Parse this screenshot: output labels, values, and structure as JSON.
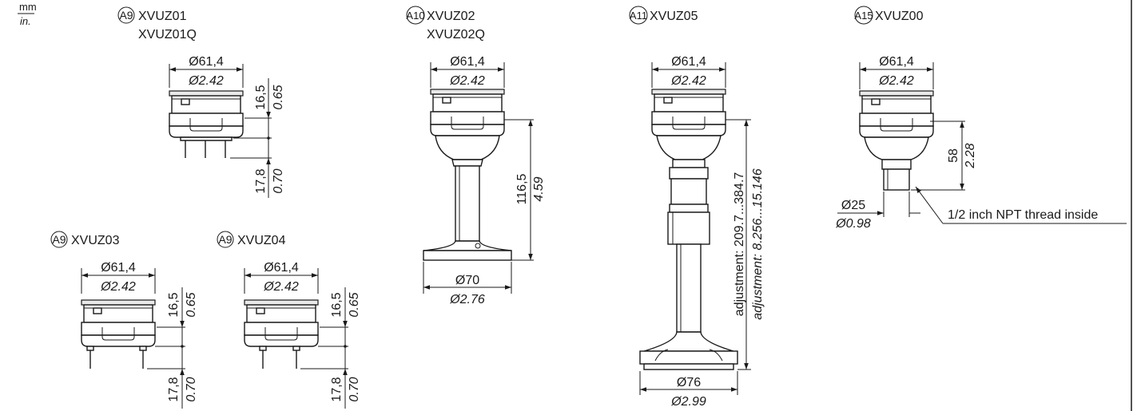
{
  "units": {
    "mm": "mm",
    "in": "in."
  },
  "views": {
    "a9_top": {
      "badge": "A9",
      "models": [
        "XVUZ01",
        "XVUZ01Q"
      ],
      "dia_mm": "Ø61,4",
      "dia_in": "Ø2.42",
      "h1_mm": "16,5",
      "h1_in": "0.65",
      "h2_mm": "17,8",
      "h2_in": "0.70"
    },
    "a10": {
      "badge": "A10",
      "models": [
        "XVUZ02",
        "XVUZ02Q"
      ],
      "dia_mm": "Ø61,4",
      "dia_in": "Ø2.42",
      "h_mm": "116,5",
      "h_in": "4.59",
      "base_mm": "Ø70",
      "base_in": "Ø2.76"
    },
    "a11": {
      "badge": "A11",
      "models": [
        "XVUZ05"
      ],
      "dia_mm": "Ø61,4",
      "dia_in": "Ø2.42",
      "adj_mm": "adjustment: 209.7...384.7",
      "adj_in": "adjustment: 8.256...15.146",
      "base_mm": "Ø76",
      "base_in": "Ø2.99"
    },
    "a15": {
      "badge": "A15",
      "models": [
        "XVUZ00"
      ],
      "dia_mm": "Ø61,4",
      "dia_in": "Ø2.42",
      "h_mm": "58",
      "h_in": "2.28",
      "small_mm": "Ø25",
      "small_in": "Ø0.98",
      "note": "1/2 inch NPT thread inside"
    },
    "a9_left": {
      "badge": "A9",
      "models": [
        "XVUZ03"
      ],
      "dia_mm": "Ø61,4",
      "dia_in": "Ø2.42",
      "h1_mm": "16,5",
      "h1_in": "0.65",
      "h2_mm": "17,8",
      "h2_in": "0.70"
    },
    "a9_right": {
      "badge": "A9",
      "models": [
        "XVUZ04"
      ],
      "dia_mm": "Ø61,4",
      "dia_in": "Ø2.42",
      "h1_mm": "16,5",
      "h1_in": "0.65",
      "h2_mm": "17,8",
      "h2_in": "0.70"
    }
  }
}
